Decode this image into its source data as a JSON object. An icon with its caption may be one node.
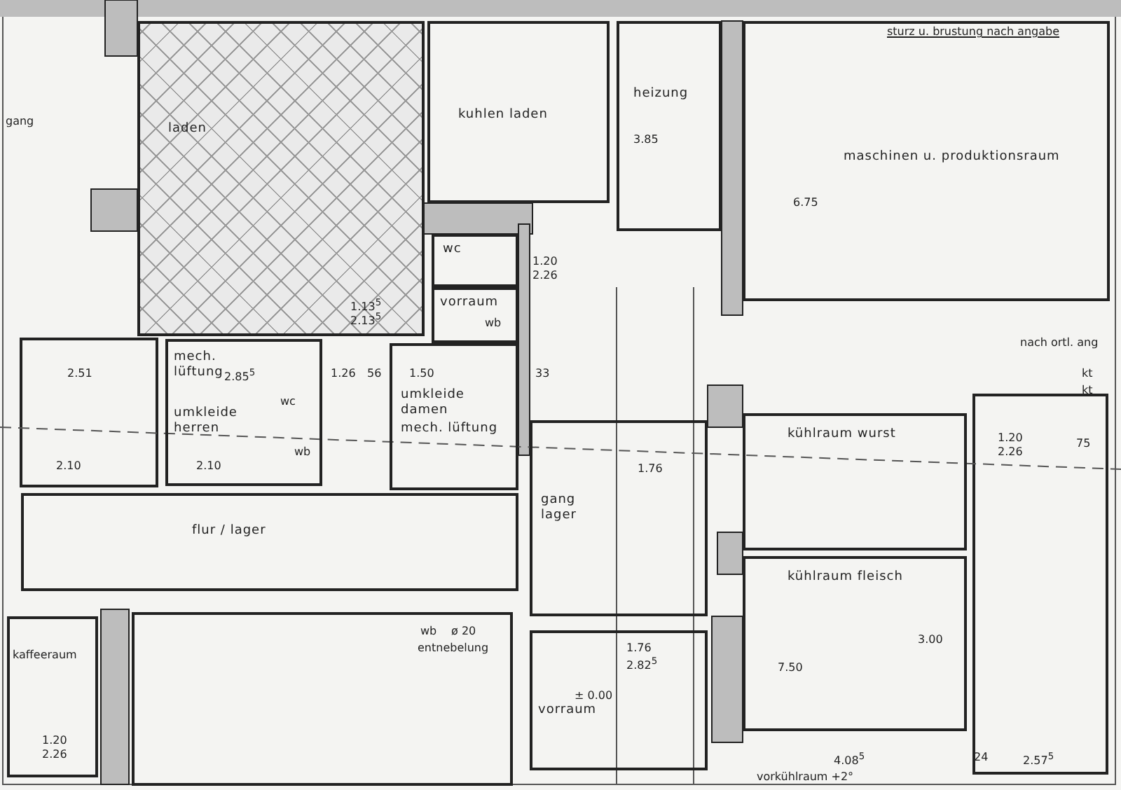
{
  "diagram": {
    "nodes": [
      {
        "text": [
          "laden"
        ]
      },
      {
        "text": [
          "kuhlen laden"
        ]
      },
      {
        "text": [
          "heizung"
        ]
      },
      {
        "text": [
          "maschinen u. produktionsraum"
        ]
      },
      {
        "text": [
          "wc"
        ]
      },
      {
        "text": [
          "vorraum"
        ]
      },
      {
        "text": [
          "mech. lüftung",
          "umkleide herren"
        ]
      },
      {
        "text": [
          "umkleide damen",
          "mech. lüftung"
        ]
      },
      {
        "text": [
          "flur / lager"
        ]
      },
      {
        "text": [
          "gang lager"
        ]
      },
      {
        "text": [
          "kühlraum wurst"
        ]
      },
      {
        "text": [
          "kühlraum fleisch"
        ]
      },
      {
        "text": [
          "kaffeeraum"
        ]
      },
      {
        "text": [
          "vorraum"
        ]
      }
    ],
    "labels": [
      "gang",
      "sturz u. brustung nach angabe",
      "3.85",
      "6.75",
      "wb",
      "1.13$^{5}$",
      "2.13$^{5}$",
      "1.20",
      "2.26",
      "2.51",
      "2.85$^{5}$",
      "1.26",
      "56",
      "1.50",
      "33",
      "wc",
      "wb",
      "2.10",
      "2.10",
      "nach ortl. ang",
      "kt",
      "kt",
      "1.76",
      "1.20",
      "2.26",
      "75",
      "wb",
      "ø 20",
      "entnebelung",
      "1.76",
      "2.82$^{5}$",
      "7.50",
      "3.00",
      "± 0.00",
      "1.20",
      "2.26",
      "4.08$^{5}$",
      "24",
      "2.57$^{5}$",
      "vorkühlraum +2°"
    ]
  }
}
